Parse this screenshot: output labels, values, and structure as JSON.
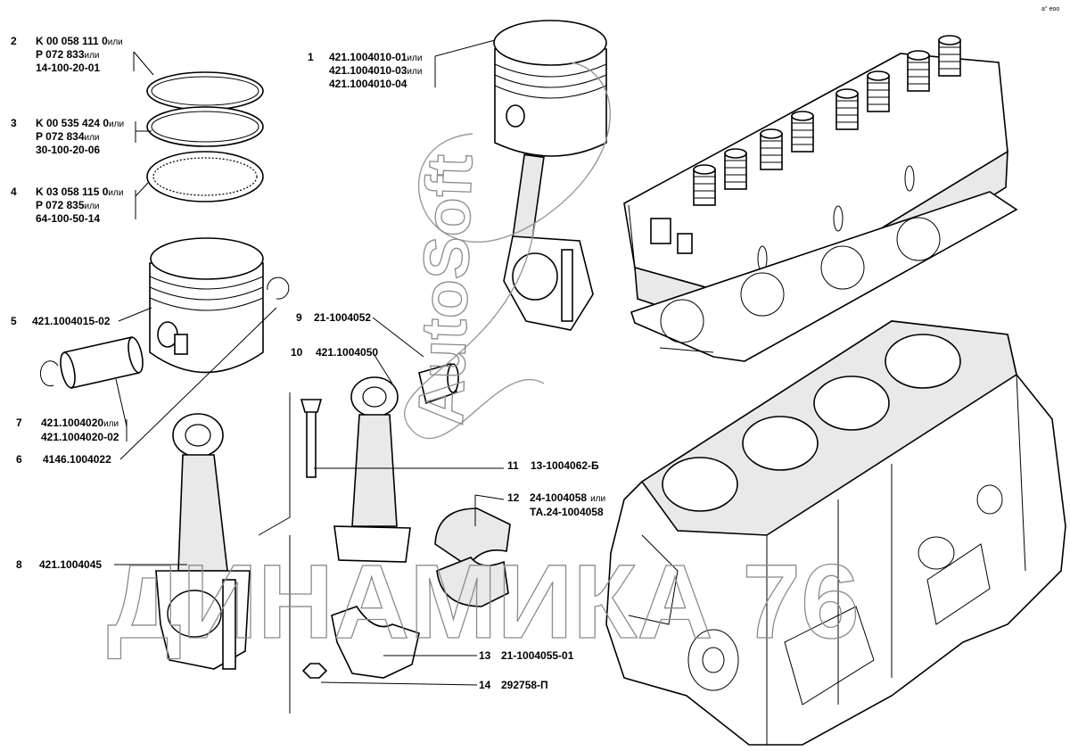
{
  "corner_mark": "a° eoo",
  "watermark": {
    "main": "ДИНАМИКА 76",
    "logo": "AutoSoft"
  },
  "callouts": [
    {
      "num": "1",
      "lines": [
        {
          "code": "421.1004010-01",
          "suffix": "или"
        },
        {
          "code": "421.1004010-03",
          "suffix": "или"
        },
        {
          "code": "421.1004010-04",
          "suffix": ""
        }
      ]
    },
    {
      "num": "2",
      "lines": [
        {
          "code": "K 00 058 111 0",
          "suffix": "или"
        },
        {
          "code": "P 072 833",
          "suffix": "или"
        },
        {
          "code": "14-100-20-01",
          "suffix": ""
        }
      ]
    },
    {
      "num": "3",
      "lines": [
        {
          "code": "K 00 535 424 0",
          "suffix": "или"
        },
        {
          "code": "P 072 834",
          "suffix": "или"
        },
        {
          "code": "30-100-20-06",
          "suffix": ""
        }
      ]
    },
    {
      "num": "4",
      "lines": [
        {
          "code": "K 03 058 115 0",
          "suffix": "или"
        },
        {
          "code": "P 072 835",
          "suffix": "или"
        },
        {
          "code": "64-100-50-14",
          "suffix": ""
        }
      ]
    },
    {
      "num": "5",
      "lines": [
        {
          "code": "421.1004015-02",
          "suffix": ""
        }
      ]
    },
    {
      "num": "6",
      "lines": [
        {
          "code": "4146.1004022",
          "suffix": ""
        }
      ]
    },
    {
      "num": "7",
      "lines": [
        {
          "code": "421.1004020",
          "suffix": "или"
        },
        {
          "code": "421.1004020-02",
          "suffix": ""
        }
      ]
    },
    {
      "num": "8",
      "lines": [
        {
          "code": "421.1004045",
          "suffix": ""
        }
      ]
    },
    {
      "num": "9",
      "lines": [
        {
          "code": "21-1004052",
          "suffix": ""
        }
      ]
    },
    {
      "num": "10",
      "lines": [
        {
          "code": "421.1004050",
          "suffix": ""
        }
      ]
    },
    {
      "num": "11",
      "lines": [
        {
          "code": "13-1004062-Б",
          "suffix": ""
        }
      ]
    },
    {
      "num": "12",
      "lines": [
        {
          "code": "24-1004058",
          "suffix": "или"
        },
        {
          "code": "ТА.24-1004058",
          "suffix": ""
        }
      ]
    },
    {
      "num": "13",
      "lines": [
        {
          "code": "21-1004055-01",
          "suffix": ""
        }
      ]
    },
    {
      "num": "14",
      "lines": [
        {
          "code": "292758-П",
          "suffix": ""
        }
      ]
    }
  ]
}
